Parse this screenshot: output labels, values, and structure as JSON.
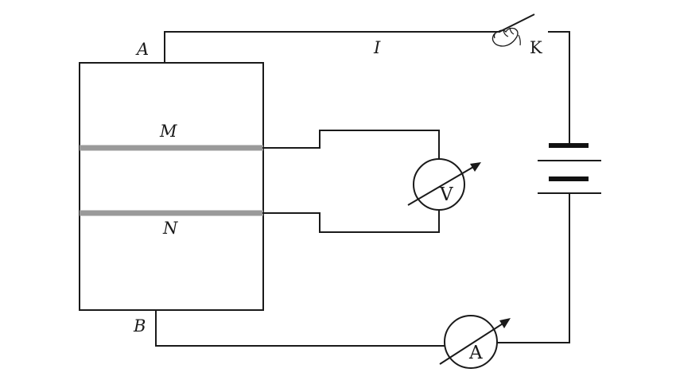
{
  "labels": {
    "point_a": "A",
    "point_b": "B",
    "current": "I",
    "switch": "K",
    "probe_m": "M",
    "probe_n": "N",
    "voltmeter": "V",
    "ammeter": "A"
  },
  "colors": {
    "wire": "#1a1a1a",
    "probe_strip": "#9a9a9a",
    "battery_plate": "#111111",
    "background": "#ffffff"
  },
  "icons": {
    "switch": "knife-switch-hand-icon",
    "voltmeter": "voltmeter-icon",
    "ammeter": "ammeter-icon",
    "battery": "battery-icon"
  }
}
